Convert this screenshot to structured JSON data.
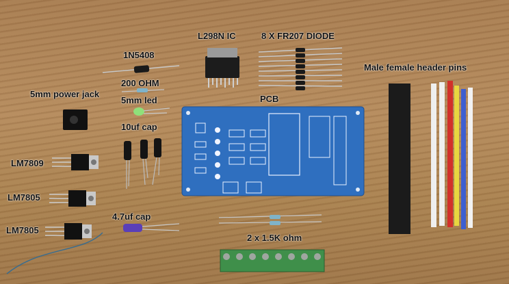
{
  "labels": {
    "l298n": "L298N IC",
    "diode_fr207": "8 X FR207 DIODE",
    "n5408": "1N5408",
    "ohm200": "200 OHM",
    "power_jack": "5mm power jack",
    "led": "5mm led",
    "pcb": "PCB",
    "header_pins": "Male female header pins",
    "cap10": "10uf cap",
    "lm7809": "LM7809",
    "lm7805_a": "LM7805",
    "lm7805_b": "LM7805",
    "cap47": "4.7uf cap",
    "res15k": "2 x 1.5K ohm"
  },
  "colors": {
    "wood": "#b48a5c",
    "pcb_blue": "#2f6fbf",
    "terminal_green": "#3f8f4a",
    "header_black": "#1b1b1b"
  }
}
